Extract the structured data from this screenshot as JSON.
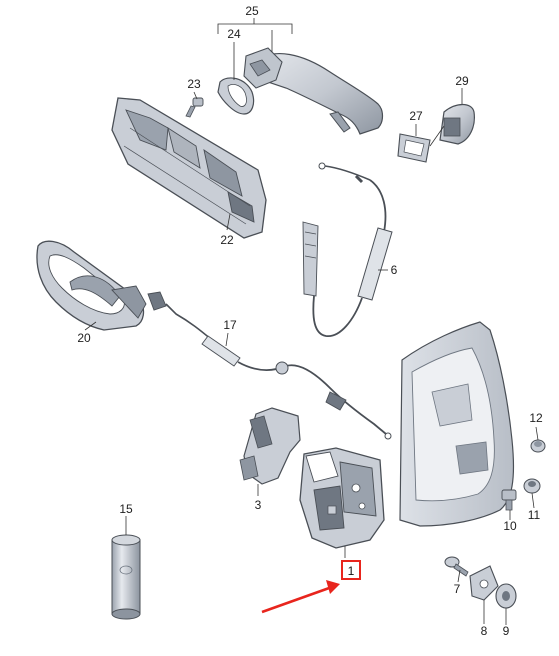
{
  "callouts": {
    "p1": "1",
    "p3": "3",
    "p6": "6",
    "p7": "7",
    "p8": "8",
    "p9": "9",
    "p10": "10",
    "p11": "11",
    "p12": "12",
    "p15": "15",
    "p17": "17",
    "p20": "20",
    "p22": "22",
    "p23": "23",
    "p24": "24",
    "p25": "25",
    "p27": "27",
    "p29": "29"
  },
  "highlight": {
    "part": "1",
    "frame_color": "#e8251d",
    "arrow_color": "#e8251d"
  },
  "colors": {
    "part_fill": "#c9ced6",
    "part_shade": "#9aa2ad",
    "part_dark": "#6f7782",
    "outline": "#4a4f56",
    "leader": "#333333"
  }
}
